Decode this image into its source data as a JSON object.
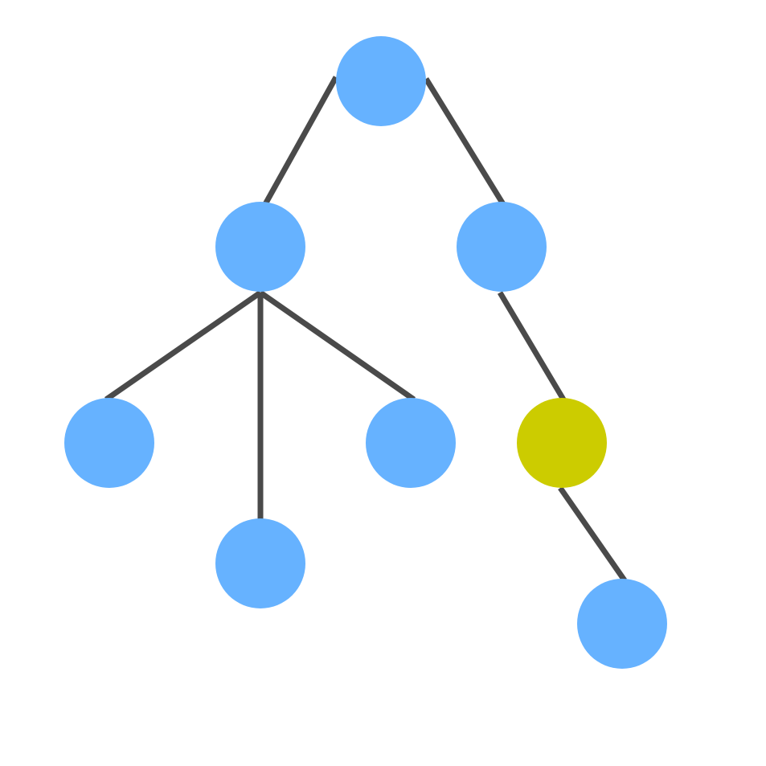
{
  "diagram": {
    "type": "tree",
    "colors": {
      "background": "#ffffff",
      "edge": "#4a4a4a",
      "node_default": "#66b2ff",
      "node_highlight": "#cccc00"
    },
    "nodes": [
      {
        "id": "root",
        "state": "default"
      },
      {
        "id": "left-child",
        "state": "default"
      },
      {
        "id": "right-child",
        "state": "default"
      },
      {
        "id": "left-grandchild-1",
        "state": "default"
      },
      {
        "id": "left-grandchild-2",
        "state": "default"
      },
      {
        "id": "left-grandchild-3",
        "state": "default"
      },
      {
        "id": "right-grandchild",
        "state": "highlighted"
      },
      {
        "id": "right-great-grandchild",
        "state": "default"
      }
    ],
    "edges": [
      {
        "from": "root",
        "to": "left-child"
      },
      {
        "from": "root",
        "to": "right-child"
      },
      {
        "from": "left-child",
        "to": "left-grandchild-1"
      },
      {
        "from": "left-child",
        "to": "left-grandchild-2"
      },
      {
        "from": "left-child",
        "to": "left-grandchild-3"
      },
      {
        "from": "right-child",
        "to": "right-grandchild"
      },
      {
        "from": "right-grandchild",
        "to": "right-great-grandchild"
      }
    ]
  }
}
